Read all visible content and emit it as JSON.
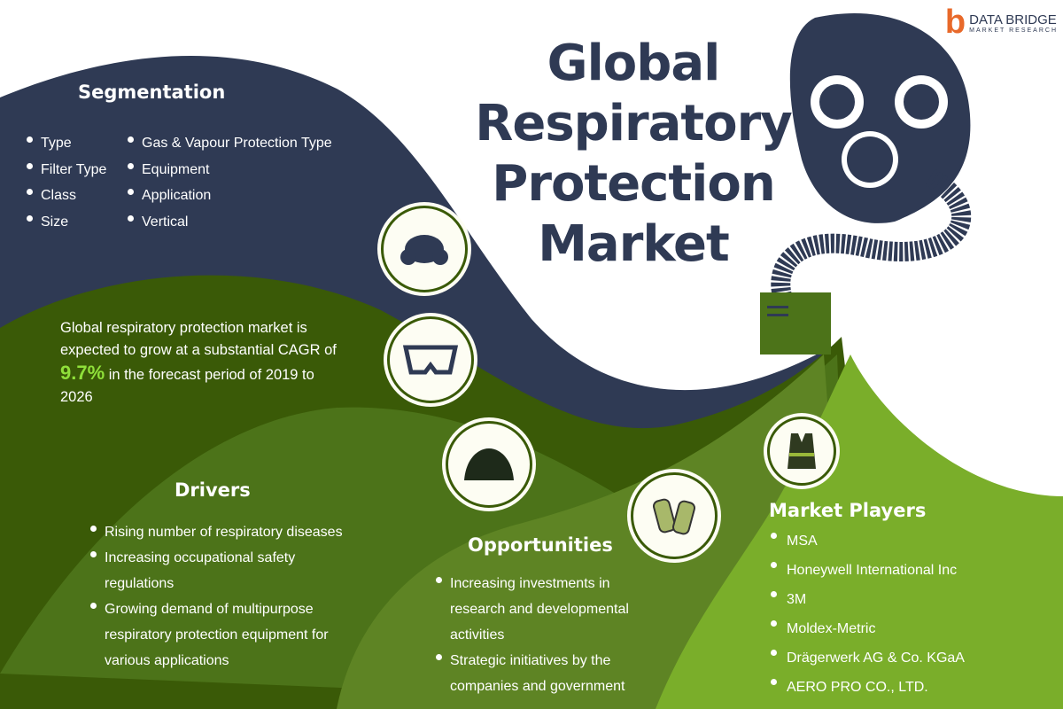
{
  "title": "Global Respiratory Protection Market",
  "logo": {
    "name": "DATA BRIDGE",
    "tagline": "MARKET RESEARCH"
  },
  "segmentation": {
    "heading": "Segmentation",
    "col1": [
      "Type",
      "Filter Type",
      "Class",
      "Size"
    ],
    "col2": [
      "Gas & Vapour Protection Type",
      "Equipment",
      "Application",
      "Vertical"
    ]
  },
  "cagr": {
    "pre": "Global respiratory protection market is expected to grow at a substantial CAGR of",
    "value": "9.7%",
    "post": "in the forecast period of 2019 to 2026"
  },
  "drivers": {
    "heading": "Drivers",
    "items": [
      "Rising number of respiratory diseases",
      "Increasing occupational safety regulations",
      "Growing demand of multipurpose respiratory protection equipment for various applications"
    ]
  },
  "opportunities": {
    "heading": "Opportunities",
    "items": [
      "Increasing investments in research and developmental activities",
      "Strategic initiatives by the companies and government"
    ]
  },
  "players": {
    "heading": "Market Players",
    "items": [
      "MSA",
      "Honeywell International Inc",
      "3M",
      "Moldex-Metric",
      "Drägerwerk AG & Co. KGaA",
      "AERO PRO CO., LTD."
    ]
  },
  "colors": {
    "navy": "#2f3a54",
    "dark_green": "#3a5a07",
    "mid_green": "#4c7319",
    "light_green": "#5e8424",
    "bright_green": "#7aae2a",
    "accent": "#8fe03a"
  }
}
